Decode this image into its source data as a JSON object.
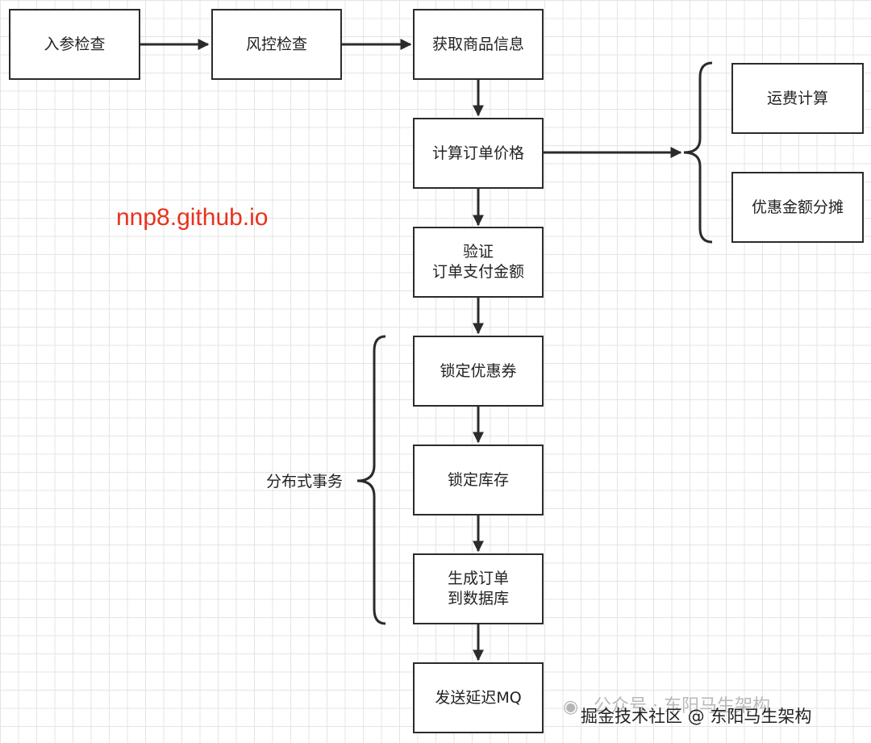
{
  "nodes": {
    "param_check": "入参检查",
    "risk_check": "风控检查",
    "get_goods": "获取商品信息",
    "calc_price": "计算订单价格",
    "shipping": "运费计算",
    "discount_split": "优惠金额分摊",
    "verify_line1": "验证",
    "verify_line2": "订单支付金额",
    "lock_coupon": "锁定优惠券",
    "lock_stock": "锁定库存",
    "create_line1": "生成订单",
    "create_line2": "到数据库",
    "send_mq": "发送延迟MQ"
  },
  "group_label": "分布式事务",
  "site_link": "nnp8.github.io",
  "watermark": {
    "faint_text": "公众号 · 东阳马生架构",
    "main_text": "掘金技术社区 @ 东阳马生架构",
    "icon": "wechat-icon"
  },
  "colors": {
    "line": "#2b2b2b",
    "link": "#e8321e",
    "grid": "#e4e4e4"
  }
}
